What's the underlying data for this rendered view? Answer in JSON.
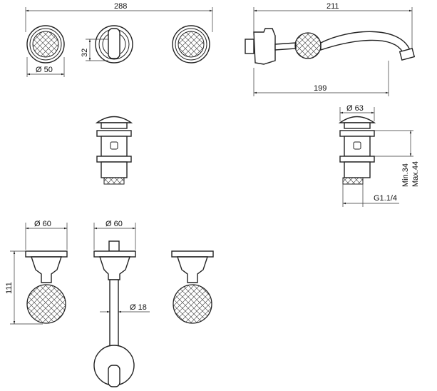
{
  "top_view": {
    "width_overall": "288",
    "rosette_diameter": "Ø 50",
    "lever_height": "32"
  },
  "spout_side": {
    "length_total": "211",
    "projection": "199"
  },
  "waste": {
    "cap_diameter": "Ø 63",
    "min_label": "Min.34",
    "max_label": "Max.44",
    "thread": "G1.1/4"
  },
  "front_view": {
    "handle_left_diameter": "Ø 60",
    "spout_diameter": "Ø 60",
    "spout_pipe": "Ø 18",
    "handle_height": "111"
  },
  "colors": {
    "line": "#222222",
    "background": "#ffffff"
  }
}
